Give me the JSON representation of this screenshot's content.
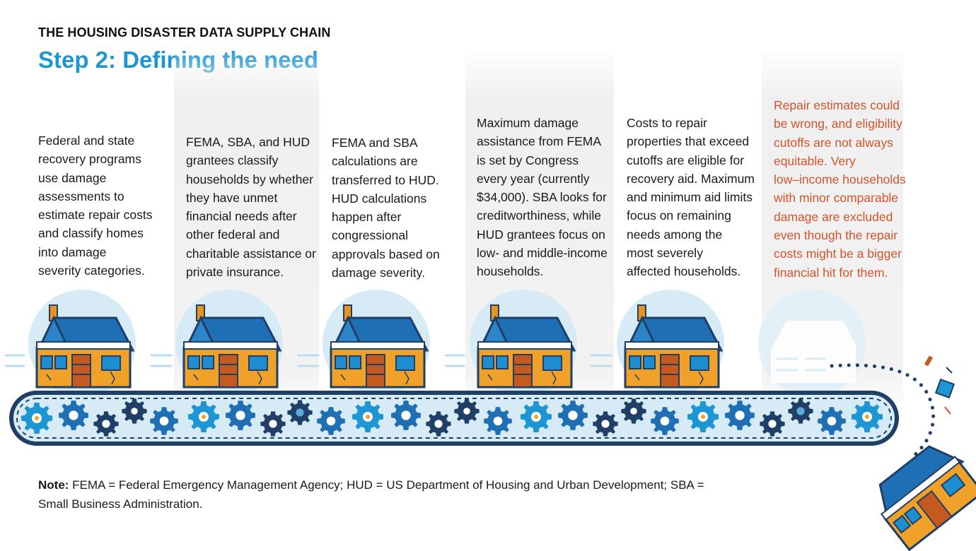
{
  "header": {
    "kicker": "THE HOUSING DISASTER DATA SUPPLY CHAIN",
    "title": "Step 2: Defining the need"
  },
  "steps": [
    {
      "lines": [
        "Federal and state",
        "recovery programs",
        "use damage",
        "assessments to",
        "estimate repair costs",
        "and classify homes",
        "into damage",
        "severity categories."
      ]
    },
    {
      "lines": [
        "FEMA, SBA, and HUD",
        "grantees classify",
        "households by whether",
        "they have unmet",
        "financial needs after",
        "other federal and",
        "charitable assistance or",
        "private insurance."
      ]
    },
    {
      "lines": [
        "FEMA and SBA",
        "calculations are",
        "transferred to HUD.",
        "HUD calculations",
        "happen after",
        "congressional",
        "approvals based on",
        "damage severity."
      ]
    },
    {
      "lines": [
        "Maximum damage",
        "assistance from FEMA",
        "is set by Congress",
        "every year (currently",
        "$34,000). SBA looks for",
        "creditworthiness, while",
        "HUD grantees focus on",
        "low- and middle-income",
        "households."
      ]
    },
    {
      "lines": [
        "Costs to repair",
        "properties that exceed",
        "cutoffs are eligible for",
        "recovery aid. Maximum",
        "and minimum aid limits",
        "focus on remaining",
        "needs among the",
        "most severely",
        "affected households."
      ]
    },
    {
      "lines": [
        "Repair estimates could",
        "be wrong, and eligibility",
        "cutoffs are not always",
        "equitable. Very",
        "low–income households",
        "with minor comparable",
        "damage are excluded",
        "even though the repair",
        "costs might be a bigger",
        "financial hit for them."
      ]
    }
  ],
  "note": {
    "label": "Note:",
    "text": " FEMA = Federal Emergency Management Agency; HUD = US Department of Housing and Urban Development; SBA = Small Business Administration."
  },
  "colors": {
    "accent": "#1d96d3",
    "warning": "#d4532b",
    "roof": "#1f6fb5",
    "house": "#f0a12a",
    "outline": "#1f3f66",
    "belt": "#1f3f66"
  }
}
